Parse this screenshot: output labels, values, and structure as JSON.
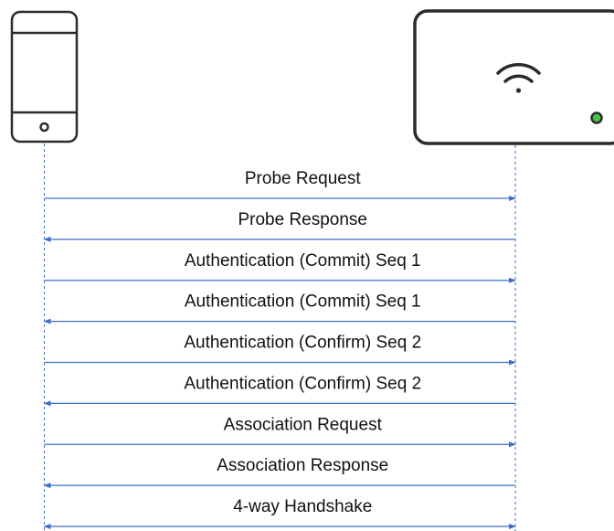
{
  "diagram": {
    "left_device": "phone-icon",
    "right_device": "wifi-access-point-icon",
    "colors": {
      "device_stroke": "#2b2b2b",
      "lifeline": "#3f6fc6",
      "arrow": "#3f6fc6",
      "status_led": "#3ec93e",
      "label": "#111111"
    },
    "messages": [
      {
        "label": "Probe Request",
        "direction": "right"
      },
      {
        "label": "Probe Response",
        "direction": "left"
      },
      {
        "label": "Authentication (Commit) Seq 1",
        "direction": "right"
      },
      {
        "label": "Authentication (Commit) Seq 1",
        "direction": "left"
      },
      {
        "label": "Authentication (Confirm) Seq 2",
        "direction": "right"
      },
      {
        "label": "Authentication (Confirm) Seq 2",
        "direction": "left"
      },
      {
        "label": "Association Request",
        "direction": "right"
      },
      {
        "label": "Association Response",
        "direction": "left"
      },
      {
        "label": "4-way Handshake",
        "direction": "both"
      }
    ]
  }
}
